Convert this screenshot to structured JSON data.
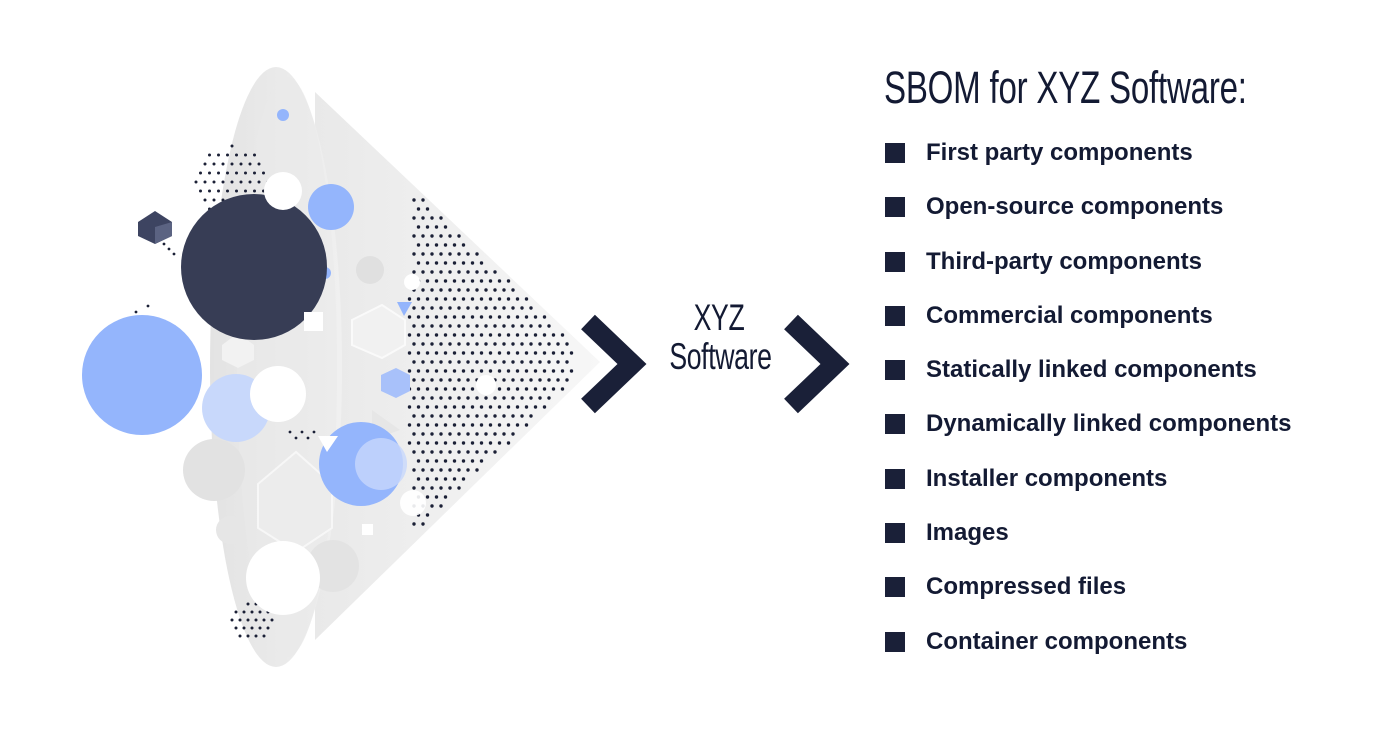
{
  "center": {
    "line1": "XYZ",
    "line2": "Software"
  },
  "title": "SBOM for XYZ Software:",
  "items": [
    {
      "label": "First party components"
    },
    {
      "label": "Open-source components"
    },
    {
      "label": "Third-party components"
    },
    {
      "label": "Commercial components"
    },
    {
      "label": "Statically linked components"
    },
    {
      "label": "Dynamically linked components"
    },
    {
      "label": "Installer components"
    },
    {
      "label": "Images"
    },
    {
      "label": "Compressed files"
    },
    {
      "label": "Container components"
    }
  ],
  "colors": {
    "navy": "#131a33",
    "dark-circle": "#373d55",
    "blue": "#94b5fc",
    "light-gray": "#ececec"
  },
  "icons": {
    "arrow": "chevron-right-icon",
    "bullet": "square-bullet-icon"
  }
}
